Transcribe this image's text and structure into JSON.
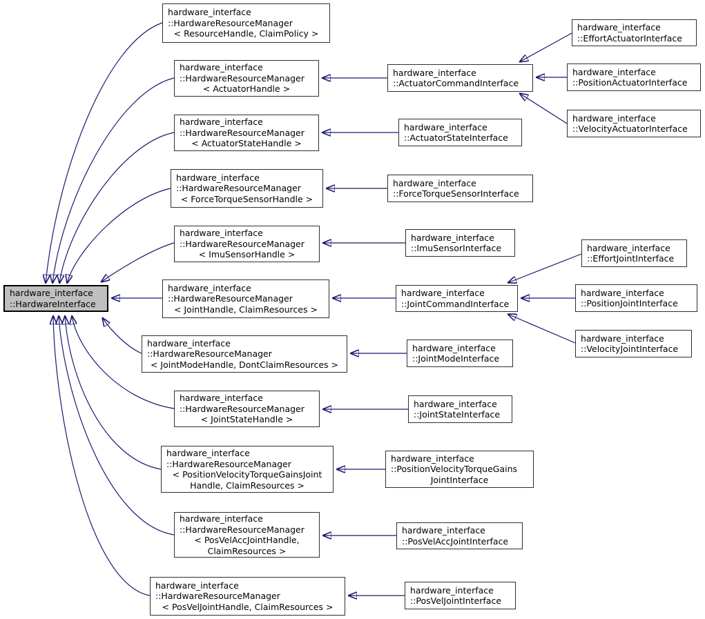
{
  "diagram": {
    "type": "class-inheritance-graph",
    "colors": {
      "edge": "#191970",
      "node_border": "#2e2e2e",
      "node_fill": "#ffffff",
      "selected_node_fill": "#bfbfbf",
      "text": "#000000",
      "background": "#ffffff"
    },
    "nodes": {
      "hardwareInterface": {
        "lines": [
          "hardware_interface",
          "::HardwareInterface"
        ],
        "selected": true
      },
      "hrmResourceHandleClaimPolicy": {
        "lines": [
          "hardware_interface",
          "::HardwareResourceManager",
          "< ResourceHandle, ClaimPolicy >"
        ]
      },
      "hrmActuatorHandle": {
        "lines": [
          "hardware_interface",
          "::HardwareResourceManager",
          "< ActuatorHandle >"
        ]
      },
      "hrmActuatorStateHandle": {
        "lines": [
          "hardware_interface",
          "::HardwareResourceManager",
          "< ActuatorStateHandle >"
        ]
      },
      "hrmForceTorqueSensorHandle": {
        "lines": [
          "hardware_interface",
          "::HardwareResourceManager",
          "< ForceTorqueSensorHandle >"
        ]
      },
      "hrmImuSensorHandle": {
        "lines": [
          "hardware_interface",
          "::HardwareResourceManager",
          "< ImuSensorHandle >"
        ]
      },
      "hrmJointHandleClaimResources": {
        "lines": [
          "hardware_interface",
          "::HardwareResourceManager",
          "< JointHandle, ClaimResources >"
        ]
      },
      "hrmJointModeHandleDontClaimResources": {
        "lines": [
          "hardware_interface",
          "::HardwareResourceManager",
          "< JointModeHandle, DontClaimResources >"
        ]
      },
      "hrmJointStateHandle": {
        "lines": [
          "hardware_interface",
          "::HardwareResourceManager",
          "< JointStateHandle >"
        ]
      },
      "hrmPositionVelocityTorqueGainsJointHandle": {
        "lines": [
          "hardware_interface",
          "::HardwareResourceManager",
          "< PositionVelocityTorqueGainsJoint",
          "Handle, ClaimResources >"
        ]
      },
      "hrmPosVelAccJointHandle": {
        "lines": [
          "hardware_interface",
          "::HardwareResourceManager",
          "< PosVelAccJointHandle,",
          "ClaimResources >"
        ]
      },
      "hrmPosVelJointHandle": {
        "lines": [
          "hardware_interface",
          "::HardwareResourceManager",
          "< PosVelJointHandle, ClaimResources >"
        ]
      },
      "actuatorCommandInterface": {
        "lines": [
          "hardware_interface",
          "::ActuatorCommandInterface"
        ]
      },
      "actuatorStateInterface": {
        "lines": [
          "hardware_interface",
          "::ActuatorStateInterface"
        ]
      },
      "forceTorqueSensorInterface": {
        "lines": [
          "hardware_interface",
          "::ForceTorqueSensorInterface"
        ]
      },
      "imuSensorInterface": {
        "lines": [
          "hardware_interface",
          "::ImuSensorInterface"
        ]
      },
      "jointCommandInterface": {
        "lines": [
          "hardware_interface",
          "::JointCommandInterface"
        ]
      },
      "jointModeInterface": {
        "lines": [
          "hardware_interface",
          "::JointModeInterface"
        ]
      },
      "jointStateInterface": {
        "lines": [
          "hardware_interface",
          "::JointStateInterface"
        ]
      },
      "positionVelocityTorqueGainsJointInterface": {
        "lines": [
          "hardware_interface",
          "::PositionVelocityTorqueGains",
          "JointInterface"
        ]
      },
      "posVelAccJointInterface": {
        "lines": [
          "hardware_interface",
          "::PosVelAccJointInterface"
        ]
      },
      "posVelJointInterface": {
        "lines": [
          "hardware_interface",
          "::PosVelJointInterface"
        ]
      },
      "effortActuatorInterface": {
        "lines": [
          "hardware_interface",
          "::EffortActuatorInterface"
        ]
      },
      "positionActuatorInterface": {
        "lines": [
          "hardware_interface",
          "::PositionActuatorInterface"
        ]
      },
      "velocityActuatorInterface": {
        "lines": [
          "hardware_interface",
          "::VelocityActuatorInterface"
        ]
      },
      "effortJointInterface": {
        "lines": [
          "hardware_interface",
          "::EffortJointInterface"
        ]
      },
      "positionJointInterface": {
        "lines": [
          "hardware_interface",
          "::PositionJointInterface"
        ]
      },
      "velocityJointInterface": {
        "lines": [
          "hardware_interface",
          "::VelocityJointInterface"
        ]
      }
    },
    "edges": [
      {
        "from": "hrmResourceHandleClaimPolicy",
        "to": "hardwareInterface",
        "relation": "inherits"
      },
      {
        "from": "hrmActuatorHandle",
        "to": "hardwareInterface",
        "relation": "inherits"
      },
      {
        "from": "hrmActuatorStateHandle",
        "to": "hardwareInterface",
        "relation": "inherits"
      },
      {
        "from": "hrmForceTorqueSensorHandle",
        "to": "hardwareInterface",
        "relation": "inherits"
      },
      {
        "from": "hrmImuSensorHandle",
        "to": "hardwareInterface",
        "relation": "inherits"
      },
      {
        "from": "hrmJointHandleClaimResources",
        "to": "hardwareInterface",
        "relation": "inherits"
      },
      {
        "from": "hrmJointModeHandleDontClaimResources",
        "to": "hardwareInterface",
        "relation": "inherits"
      },
      {
        "from": "hrmJointStateHandle",
        "to": "hardwareInterface",
        "relation": "inherits"
      },
      {
        "from": "hrmPositionVelocityTorqueGainsJointHandle",
        "to": "hardwareInterface",
        "relation": "inherits"
      },
      {
        "from": "hrmPosVelAccJointHandle",
        "to": "hardwareInterface",
        "relation": "inherits"
      },
      {
        "from": "hrmPosVelJointHandle",
        "to": "hardwareInterface",
        "relation": "inherits"
      },
      {
        "from": "actuatorCommandInterface",
        "to": "hrmActuatorHandle",
        "relation": "inherits"
      },
      {
        "from": "actuatorStateInterface",
        "to": "hrmActuatorStateHandle",
        "relation": "inherits"
      },
      {
        "from": "forceTorqueSensorInterface",
        "to": "hrmForceTorqueSensorHandle",
        "relation": "inherits"
      },
      {
        "from": "imuSensorInterface",
        "to": "hrmImuSensorHandle",
        "relation": "inherits"
      },
      {
        "from": "jointCommandInterface",
        "to": "hrmJointHandleClaimResources",
        "relation": "inherits"
      },
      {
        "from": "jointModeInterface",
        "to": "hrmJointModeHandleDontClaimResources",
        "relation": "inherits"
      },
      {
        "from": "jointStateInterface",
        "to": "hrmJointStateHandle",
        "relation": "inherits"
      },
      {
        "from": "positionVelocityTorqueGainsJointInterface",
        "to": "hrmPositionVelocityTorqueGainsJointHandle",
        "relation": "inherits"
      },
      {
        "from": "posVelAccJointInterface",
        "to": "hrmPosVelAccJointHandle",
        "relation": "inherits"
      },
      {
        "from": "posVelJointInterface",
        "to": "hrmPosVelJointHandle",
        "relation": "inherits"
      },
      {
        "from": "effortActuatorInterface",
        "to": "actuatorCommandInterface",
        "relation": "inherits"
      },
      {
        "from": "positionActuatorInterface",
        "to": "actuatorCommandInterface",
        "relation": "inherits"
      },
      {
        "from": "velocityActuatorInterface",
        "to": "actuatorCommandInterface",
        "relation": "inherits"
      },
      {
        "from": "effortJointInterface",
        "to": "jointCommandInterface",
        "relation": "inherits"
      },
      {
        "from": "positionJointInterface",
        "to": "jointCommandInterface",
        "relation": "inherits"
      },
      {
        "from": "velocityJointInterface",
        "to": "jointCommandInterface",
        "relation": "inherits"
      }
    ]
  }
}
